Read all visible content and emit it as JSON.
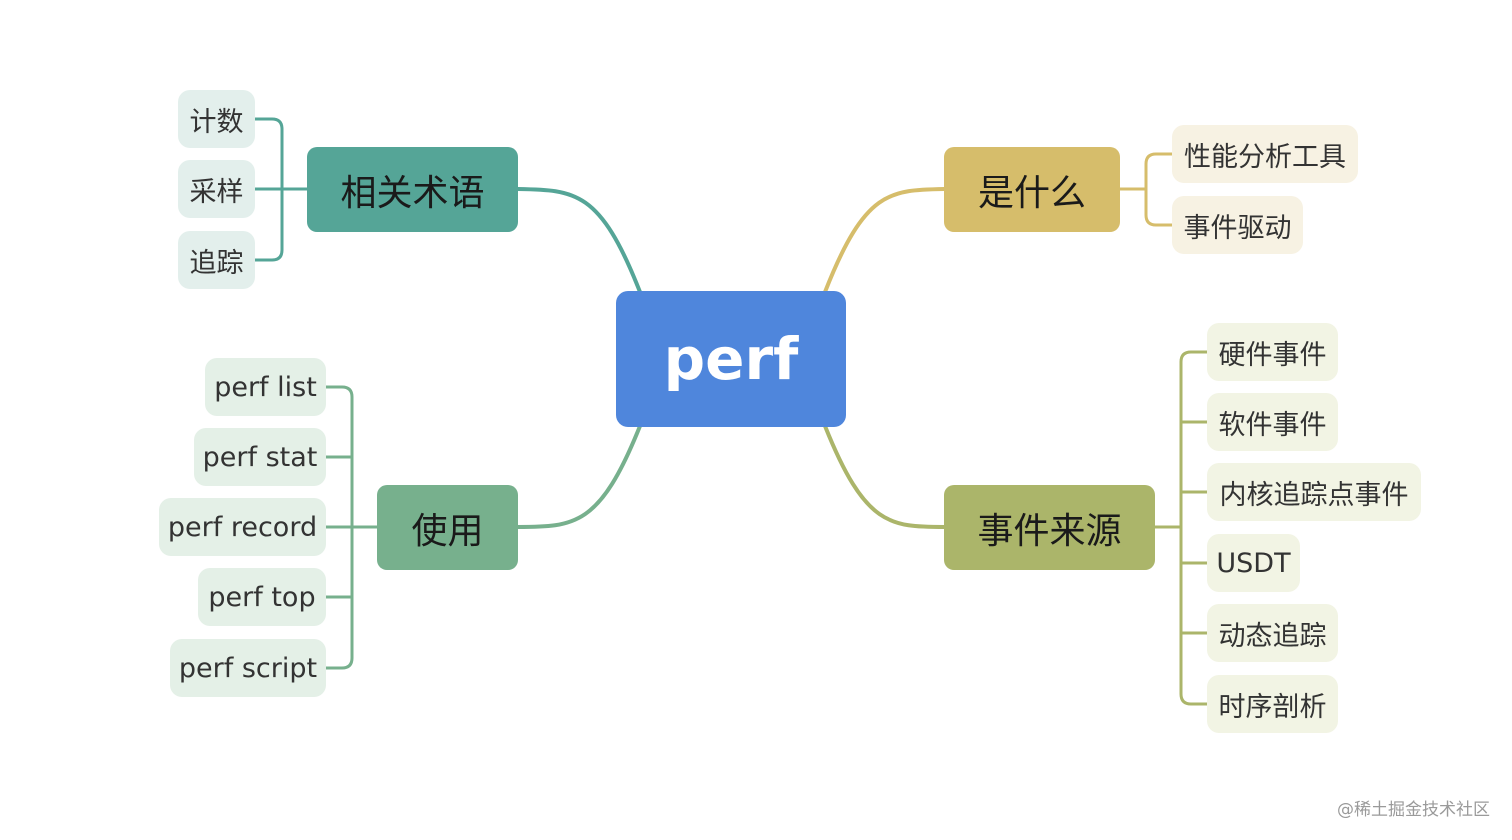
{
  "center": "perf",
  "branches": {
    "terms": {
      "label": "相关术语",
      "color": "#55a597",
      "children": [
        "计数",
        "采样",
        "追踪"
      ]
    },
    "what": {
      "label": "是什么",
      "color": "#d6bd6b",
      "children": [
        "性能分析工具",
        "事件驱动"
      ]
    },
    "usage": {
      "label": "使用",
      "color": "#77b08d",
      "children": [
        "perf list",
        "perf stat",
        "perf record",
        "perf top",
        "perf script"
      ]
    },
    "sources": {
      "label": "事件来源",
      "color": "#abb56a",
      "children": [
        "硬件事件",
        "软件事件",
        "内核追踪点事件",
        "USDT",
        "动态追踪",
        "时序剖析"
      ]
    }
  },
  "watermark": "@稀土掘金技术社区"
}
